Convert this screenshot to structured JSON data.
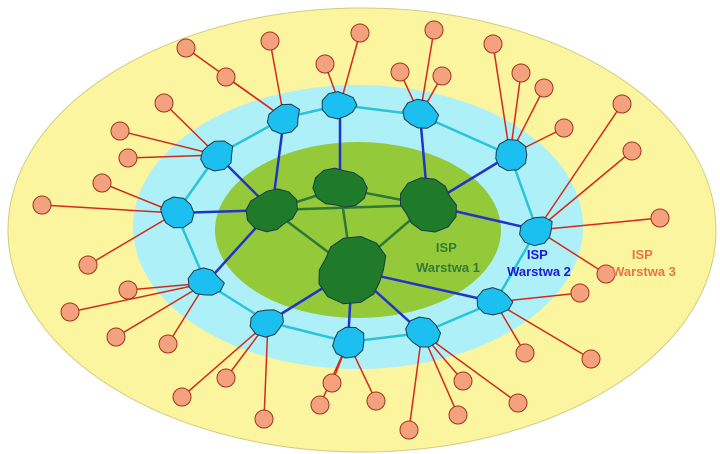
{
  "tiers": [
    {
      "line1": "ISP",
      "line2": "Warstwa 1",
      "color": "#2e7d32"
    },
    {
      "line1": "ISP",
      "line2": "Warstwa 2",
      "color": "#1a1ad6"
    },
    {
      "line1": "ISP",
      "line2": "Warstwa 3",
      "color": "#e8744a"
    }
  ],
  "colors": {
    "tier3_fill": "#fbf5a0",
    "tier2_fill": "#aef0f7",
    "tier1_fill": "#94c93a",
    "tier1_node": "#1f7a2a",
    "tier2_node": "#1cc0f0",
    "tier3_node": "#f4a27e",
    "tier1_link": "#2b7a35",
    "tier12_link": "#2233cc",
    "tier2_link": "#28c3dc",
    "tier3_link": "#d42a1a"
  }
}
